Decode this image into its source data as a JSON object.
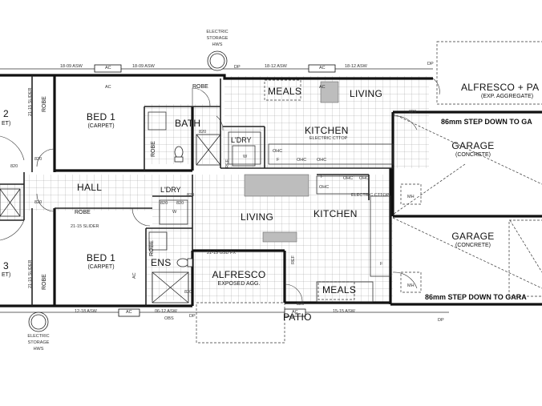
{
  "rooms": {
    "bed1_top": "BED 1",
    "bed1_top_floor": "(CARPET)",
    "bath": "BATH",
    "ldry_top": "L'DRY",
    "meals_top": "MEALS",
    "living_top": "LIVING",
    "kitchen_top": "KITCHEN",
    "alfresco_pa": "ALFRESCO + PA",
    "alfresco_pa_floor": "(EXP. AGGREGATE)",
    "garage_top": "GARAGE",
    "garage_top_floor": "(CONCRETE)",
    "hall": "HALL",
    "ldry_mid": "L'DRY",
    "living_bottom": "LIVING",
    "kitchen_bottom": "KITCHEN",
    "garage_bottom": "GARAGE",
    "garage_bottom_floor": "(CONCRETE)",
    "bed1_bottom": "BED 1",
    "bed1_bottom_floor": "(CARPET)",
    "ens": "ENS",
    "alfresco": "ALFRESCO",
    "alfresco_floor": "EXPOSED AGG.",
    "meals_bottom": "MEALS",
    "patio": "PATIO",
    "bed2_num": "2",
    "bed2_floor": "ET)",
    "bed3_num": "3",
    "bed3_floor": "ET)",
    "robe_top": "ROBE",
    "robe_top_left": "ROBE",
    "robe_bottom": "ROBE",
    "robe_bottom_left": "ROBE",
    "robe_bath": "ROBE",
    "robe_ens": "ROBE"
  },
  "notes": {
    "hws_top": [
      "ELECTRIC",
      "STORAGE",
      "HWS"
    ],
    "hws_bottom": [
      "ELECTRIC",
      "STORAGE",
      "HWS"
    ],
    "step_top": "86mm STEP DOWN TO GA",
    "step_bottom": "86mm STEP DOWN TO GARA",
    "slider_top": "21-15 SLIDER",
    "slider_bottom": "21-15 SLIDER",
    "slider_left_top": "21-15 SLIDER",
    "slider_left_bottom": "21-15 SLIDER",
    "gsd": "21-15 GSD FX",
    "obs": "OBS",
    "cooktop": "ELECTRIC CTTOP",
    "cooktop2": "ELECTRIC CTTOP",
    "mh1": "MH",
    "mh2": "MH",
    "ref1": "REF",
    "ref2": "REF",
    "w1": "W",
    "w2": "W",
    "ohc": "OHC",
    "ohc2": "OHC",
    "ohc3": "OHC",
    "ohc4": "OHC",
    "ohc5": "OHC",
    "ohc6": "OHC",
    "f1": "F",
    "f2": "F",
    "f3": "F"
  },
  "dims": {
    "top_1": "18-09 ASW",
    "top_2": "18-09 ASW",
    "top_3": "18-12 ASW",
    "top_4": "18-12 ASW",
    "bot_1": "12-18 ASW",
    "bot_2": "06-12 ASW",
    "bot_3": "15-15 ASW",
    "w820_1": "820",
    "w820_2": "820",
    "w820_3": "820",
    "w820_4": "820",
    "w820_5": "820",
    "w820_6": "820",
    "w820_7": "820",
    "w820_8": "820",
    "w820_9": "820",
    "w820_10": "820",
    "dp_top1": "DP",
    "dp_top2": "DP",
    "dp_bot1": "DP",
    "dp_bot2": "DP",
    "ac1": "AC",
    "ac2": "AC",
    "ac3": "AC",
    "ac4": "AC",
    "ac5": "AC",
    "ac6": "AC",
    "ac7": "AC"
  }
}
